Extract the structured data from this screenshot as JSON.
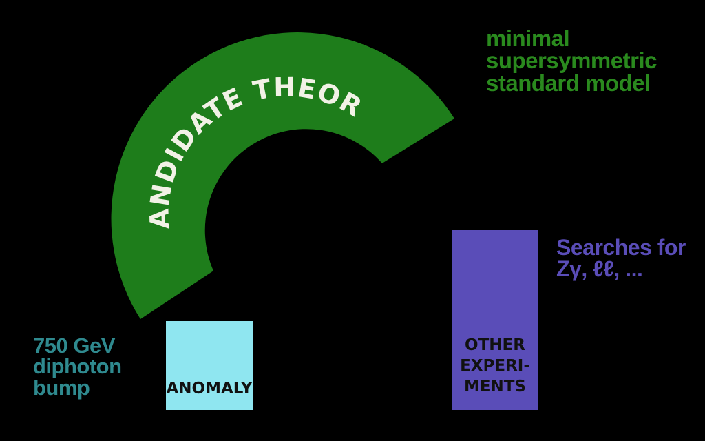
{
  "theory": {
    "label": "CANDIDATE THEORY",
    "annotation": "minimal\nsupersymmetric\nstandard model"
  },
  "anomaly": {
    "label": "ANOMALY",
    "annotation": "750 GeV\ndiphoton\nbump"
  },
  "experiments": {
    "label": "OTHER\nEXPERI-\nMENTS",
    "annotation": "Searches for\nZγ, ℓℓ, ..."
  },
  "colors": {
    "background": "#000000",
    "theory_arc": "#1e7d1b",
    "theory_text": "#f2f2e6",
    "anomaly_box": "#8fe6f0",
    "anomaly_note": "#2f8a8f",
    "experiments_box": "#5a4db8",
    "experiments_note": "#5a4db8",
    "theory_note": "#2a8a1e"
  }
}
